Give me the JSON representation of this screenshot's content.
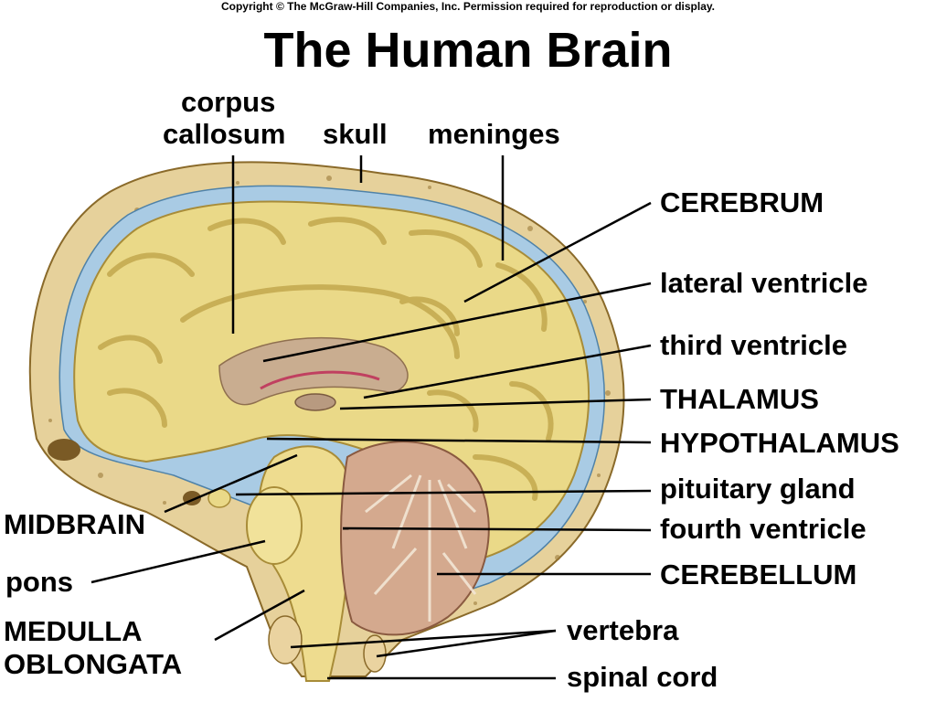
{
  "copyright": "Copyright © The McGraw-Hill Companies, Inc. Permission required for reproduction or display.",
  "title": "The Human Brain",
  "labels": {
    "corpus_callosum_line1": "corpus",
    "corpus_callosum_line2": "callosum",
    "skull": "skull",
    "meninges": "meninges",
    "cerebrum": "CEREBRUM",
    "lateral_ventricle": "lateral ventricle",
    "third_ventricle": "third ventricle",
    "thalamus": "THALAMUS",
    "hypothalamus": "HYPOTHALAMUS",
    "pituitary_gland": "pituitary gland",
    "fourth_ventricle": "fourth ventricle",
    "cerebellum": "CEREBELLUM",
    "vertebra": "vertebra",
    "spinal_cord": "spinal cord",
    "midbrain": "MIDBRAIN",
    "pons": "pons",
    "medulla_line1": "MEDULLA",
    "medulla_line2": "OBLONGATA"
  },
  "colors": {
    "skull": "#e9d7a3",
    "meninges": "#9cc3e0",
    "brain": "#e9d98a",
    "brain_shadow": "#c9b35a",
    "cerebellum": "#cf9f86",
    "ventricle": "#c3a991",
    "background": "#ffffff"
  }
}
